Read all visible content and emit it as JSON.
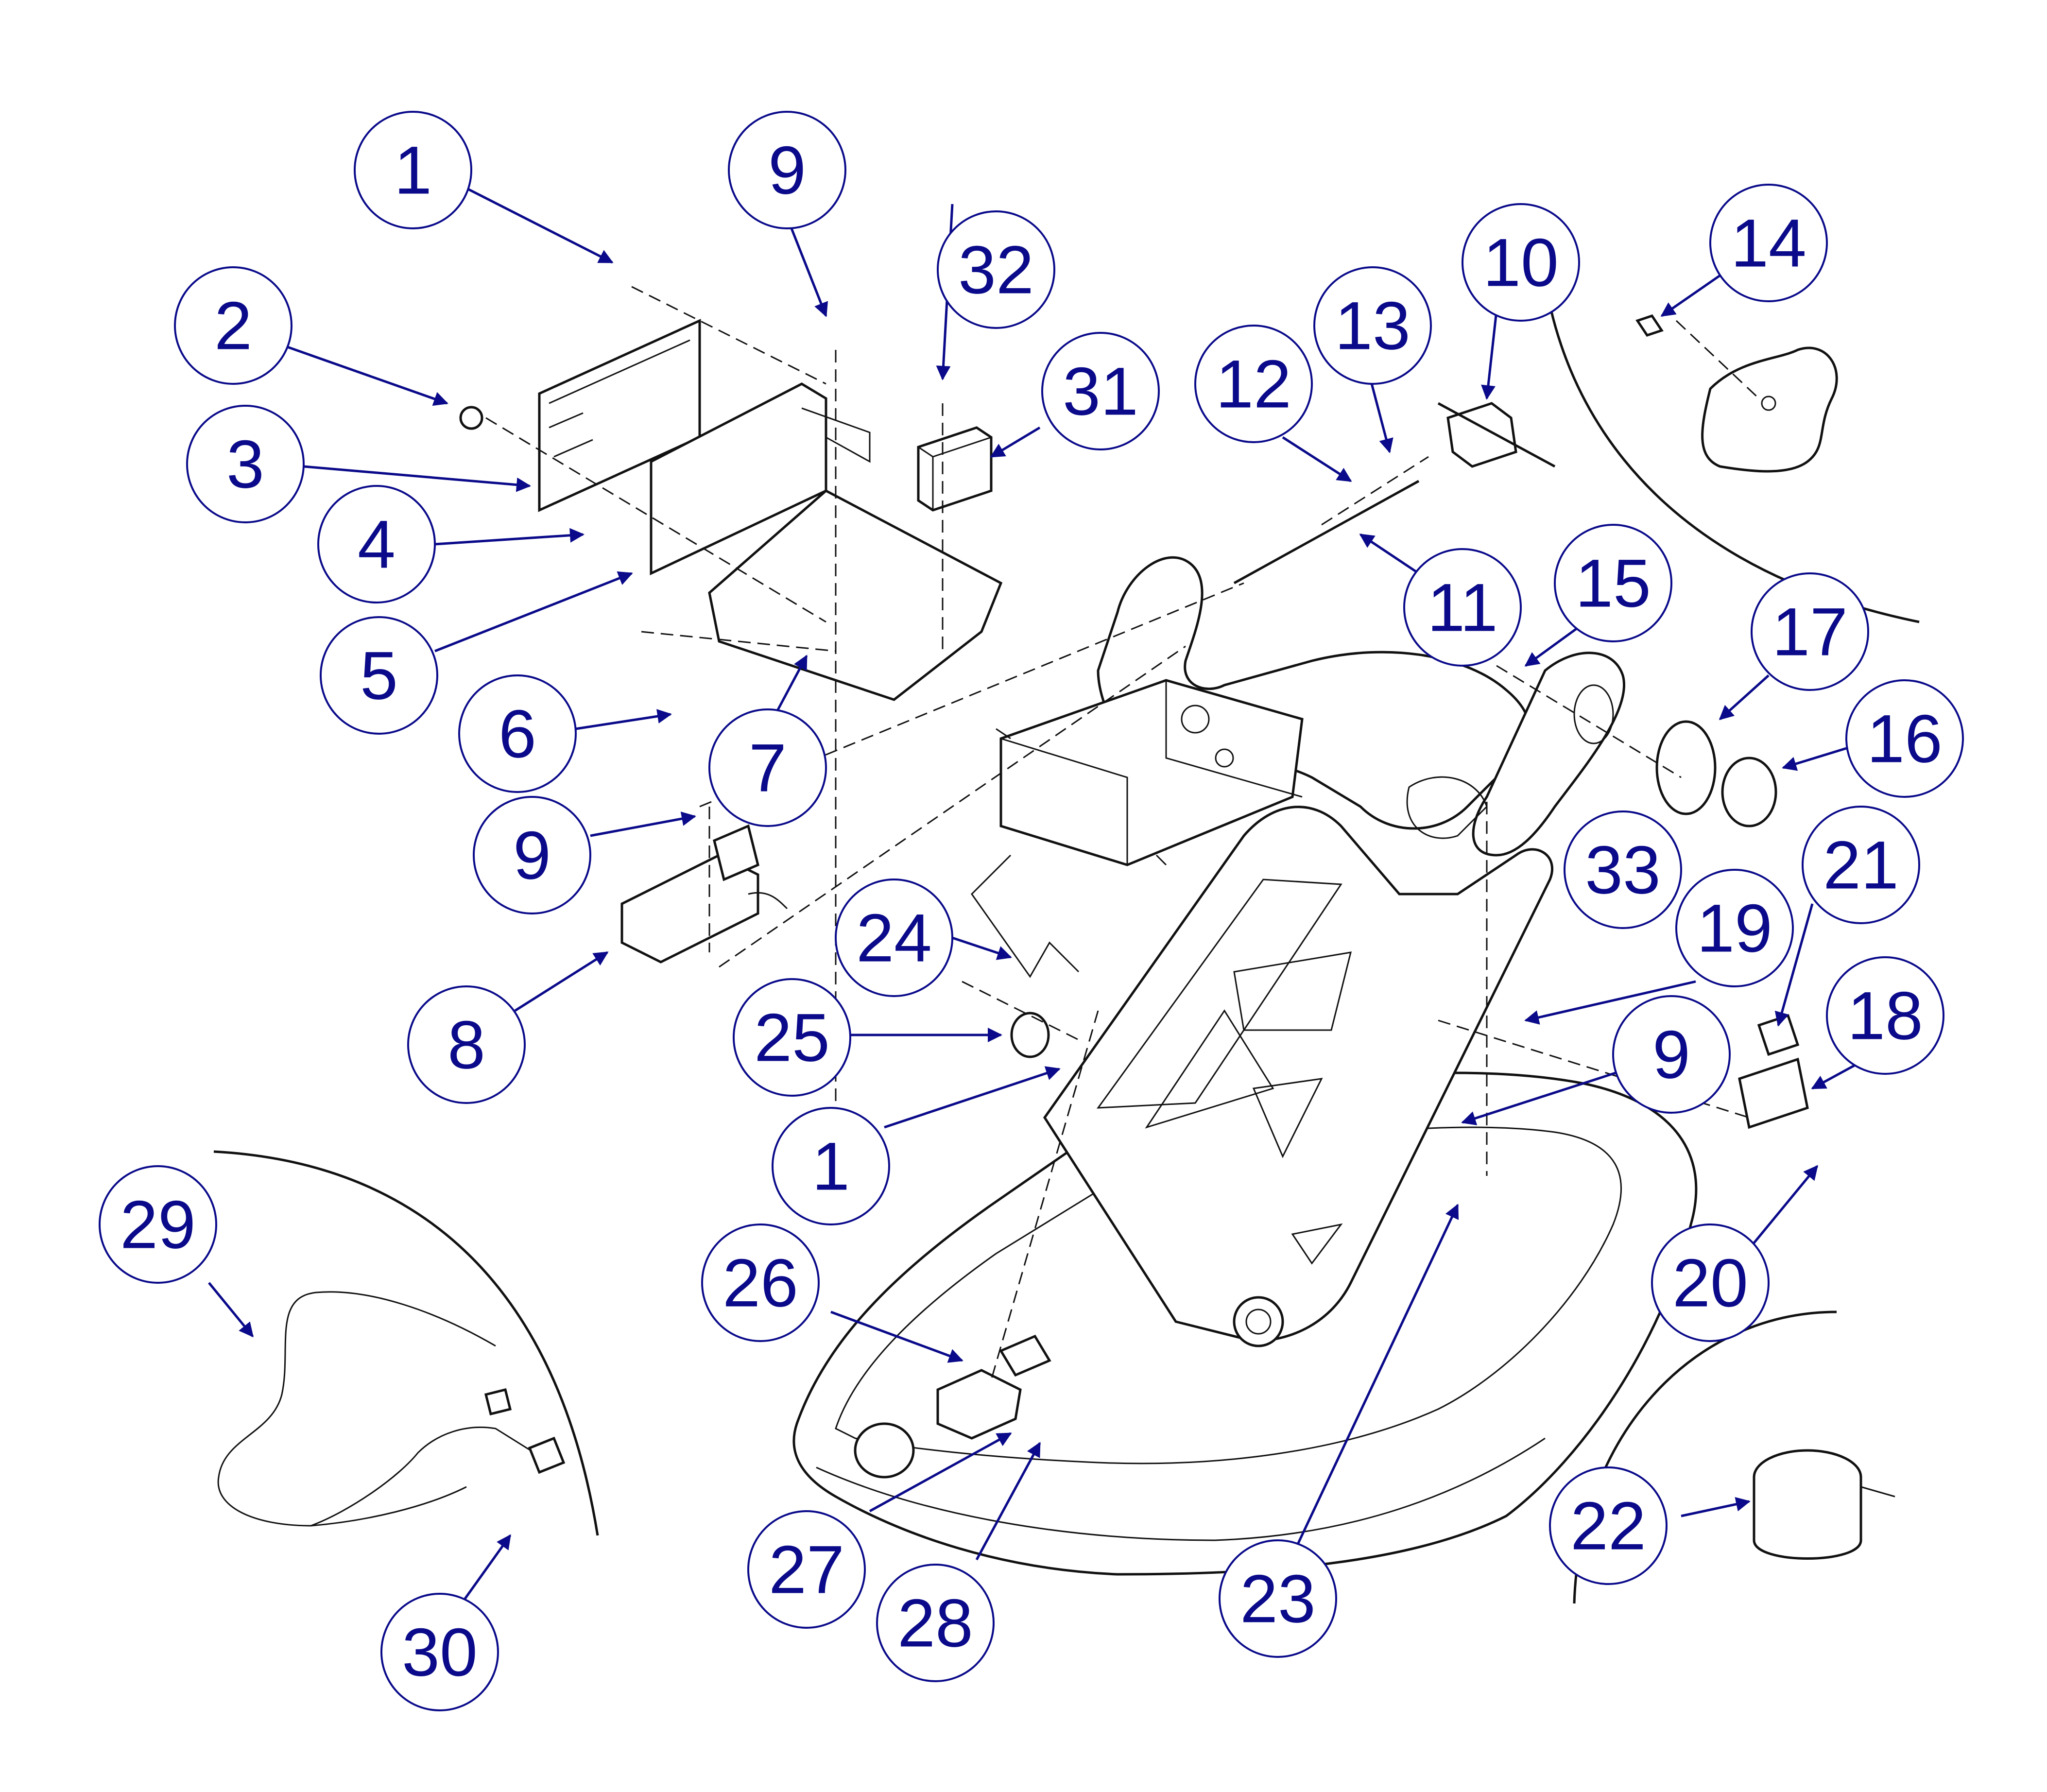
{
  "colors": {
    "callout": "#0a0a8a",
    "line": "#111111",
    "background": "#ffffff"
  },
  "callouts": [
    {
      "id": "c1",
      "label": "1"
    },
    {
      "id": "c2",
      "label": "2"
    },
    {
      "id": "c3",
      "label": "3"
    },
    {
      "id": "c4",
      "label": "4"
    },
    {
      "id": "c5",
      "label": "5"
    },
    {
      "id": "c6",
      "label": "6"
    },
    {
      "id": "c7",
      "label": "7"
    },
    {
      "id": "c8",
      "label": "8"
    },
    {
      "id": "c9a",
      "label": "9"
    },
    {
      "id": "c9b",
      "label": "9"
    },
    {
      "id": "c9c",
      "label": "9"
    },
    {
      "id": "c10",
      "label": "10"
    },
    {
      "id": "c11",
      "label": "11"
    },
    {
      "id": "c12",
      "label": "12"
    },
    {
      "id": "c13",
      "label": "13"
    },
    {
      "id": "c14",
      "label": "14"
    },
    {
      "id": "c15",
      "label": "15"
    },
    {
      "id": "c16",
      "label": "16"
    },
    {
      "id": "c17",
      "label": "17"
    },
    {
      "id": "c18",
      "label": "18"
    },
    {
      "id": "c19",
      "label": "19"
    },
    {
      "id": "c20",
      "label": "20"
    },
    {
      "id": "c21",
      "label": "21"
    },
    {
      "id": "c22",
      "label": "22"
    },
    {
      "id": "c23",
      "label": "23"
    },
    {
      "id": "c24",
      "label": "24"
    },
    {
      "id": "c25",
      "label": "25"
    },
    {
      "id": "c26",
      "label": "26"
    },
    {
      "id": "c27",
      "label": "27"
    },
    {
      "id": "c28",
      "label": "28"
    },
    {
      "id": "c29",
      "label": "29"
    },
    {
      "id": "c30",
      "label": "30"
    },
    {
      "id": "c31",
      "label": "31"
    },
    {
      "id": "c32",
      "label": "32"
    },
    {
      "id": "c33",
      "label": "33"
    },
    {
      "id": "c1b",
      "label": "1"
    }
  ]
}
